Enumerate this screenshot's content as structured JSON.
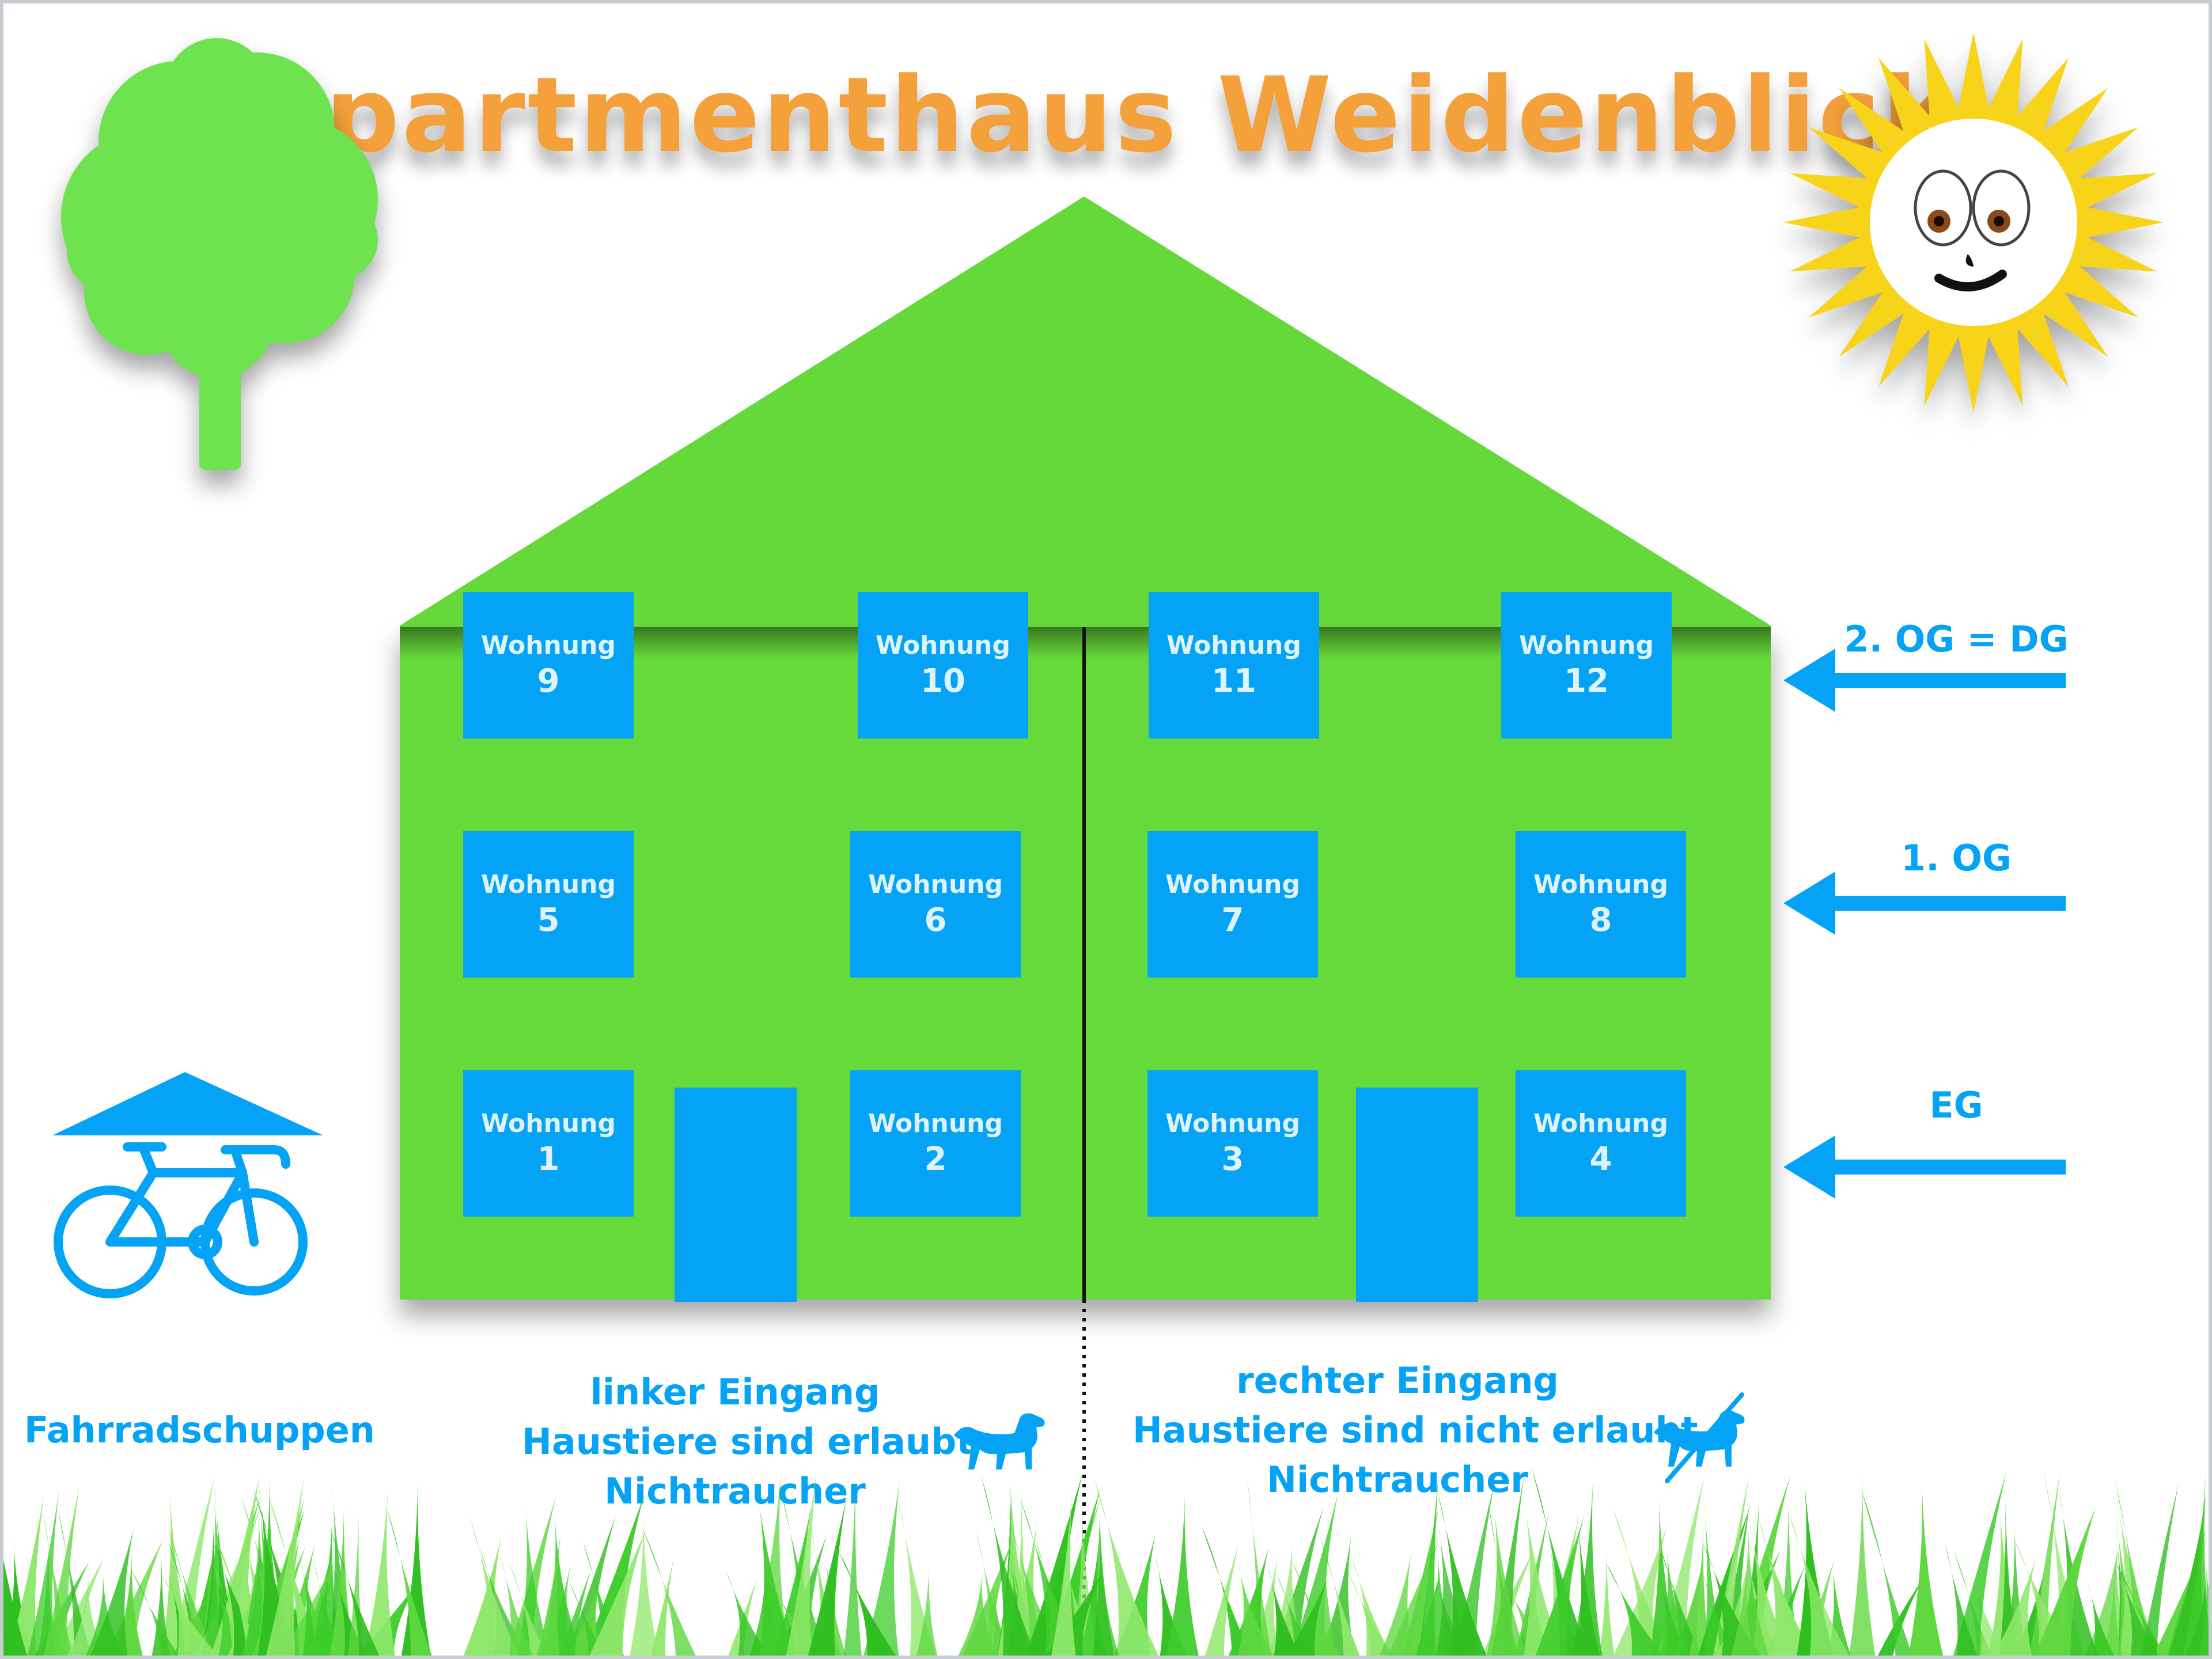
{
  "title": "Apartmenthaus Weidenblick",
  "colors": {
    "title": "#f4a13b",
    "house": "#66d93a",
    "accent": "#04a3f5",
    "window_text": "#dff3ff",
    "tree": "#6fe34f",
    "sun": "#f7d31a",
    "grass_dark": "#2fbf1f",
    "grass_light": "#8fe86b"
  },
  "decorations": {
    "tree": "tree-icon",
    "sun": "sun-face-icon",
    "grass": "grass-icon",
    "bike": "bicycle-icon",
    "dog_allowed": "dog-icon",
    "dog_forbidden": "dog-crossed-icon"
  },
  "apartment_label": "Wohnung",
  "apartments": [
    {
      "number": "9"
    },
    {
      "number": "10"
    },
    {
      "number": "11"
    },
    {
      "number": "12"
    },
    {
      "number": "5"
    },
    {
      "number": "6"
    },
    {
      "number": "7"
    },
    {
      "number": "8"
    },
    {
      "number": "1"
    },
    {
      "number": "2"
    },
    {
      "number": "3"
    },
    {
      "number": "4"
    }
  ],
  "floors": [
    {
      "label": "2. OG = DG"
    },
    {
      "label": "1. OG"
    },
    {
      "label": "EG"
    }
  ],
  "entrances": {
    "left": {
      "lines": [
        "linker Eingang",
        "Haustiere sind erlaubt",
        "Nichtraucher"
      ]
    },
    "right": {
      "lines": [
        "rechter Eingang",
        "Haustiere sind nicht erlaubt",
        "Nichtraucher"
      ]
    }
  },
  "bike_shed": {
    "label": "Fahrradschuppen"
  }
}
